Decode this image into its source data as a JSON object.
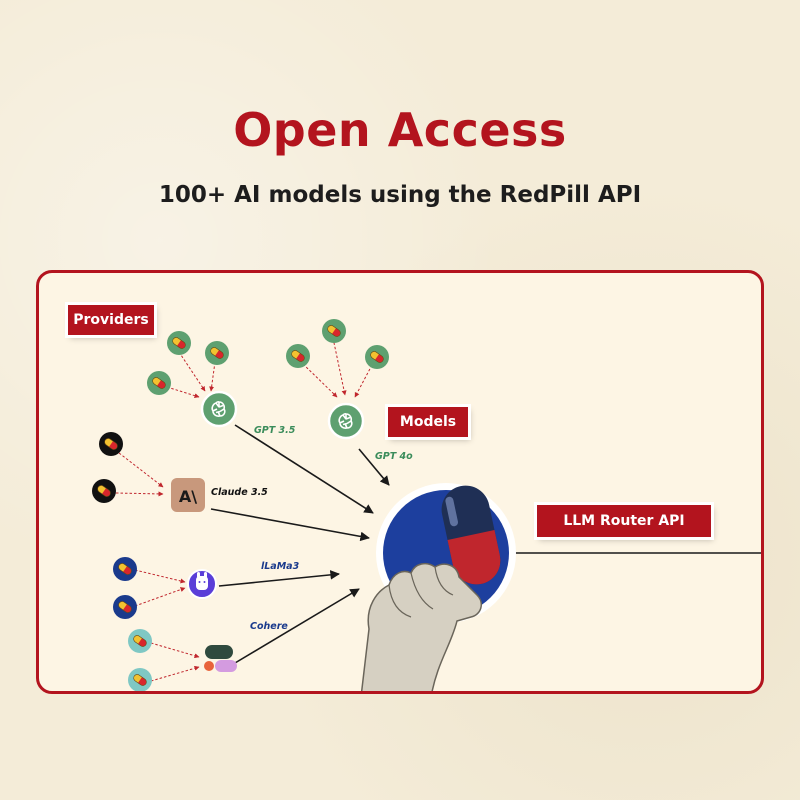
{
  "header": {
    "title": "Open Access",
    "subtitle": "100+ AI models using the RedPill API"
  },
  "diagram": {
    "providers_label": "Providers",
    "models_label": "Models",
    "router_label": "LLM Router API",
    "models": [
      {
        "name": "GPT 3.5",
        "icon": "openai-icon",
        "color": "#3a8c5a"
      },
      {
        "name": "GPT 4o",
        "icon": "openai-icon",
        "color": "#3a8c5a"
      },
      {
        "name": "Claude 3.5",
        "icon": "anthropic-icon",
        "color": "#111111"
      },
      {
        "name": "lLaMa3",
        "icon": "llama-icon",
        "color": "#1a3a8c"
      },
      {
        "name": "Cohere",
        "icon": "cohere-icon",
        "color": "#1a3a8c"
      }
    ]
  },
  "colors": {
    "brand_red": "#b3141e",
    "pill_blue": "#1d3f9e",
    "background": "#f4ecd8",
    "panel": "#fdf5e4"
  }
}
